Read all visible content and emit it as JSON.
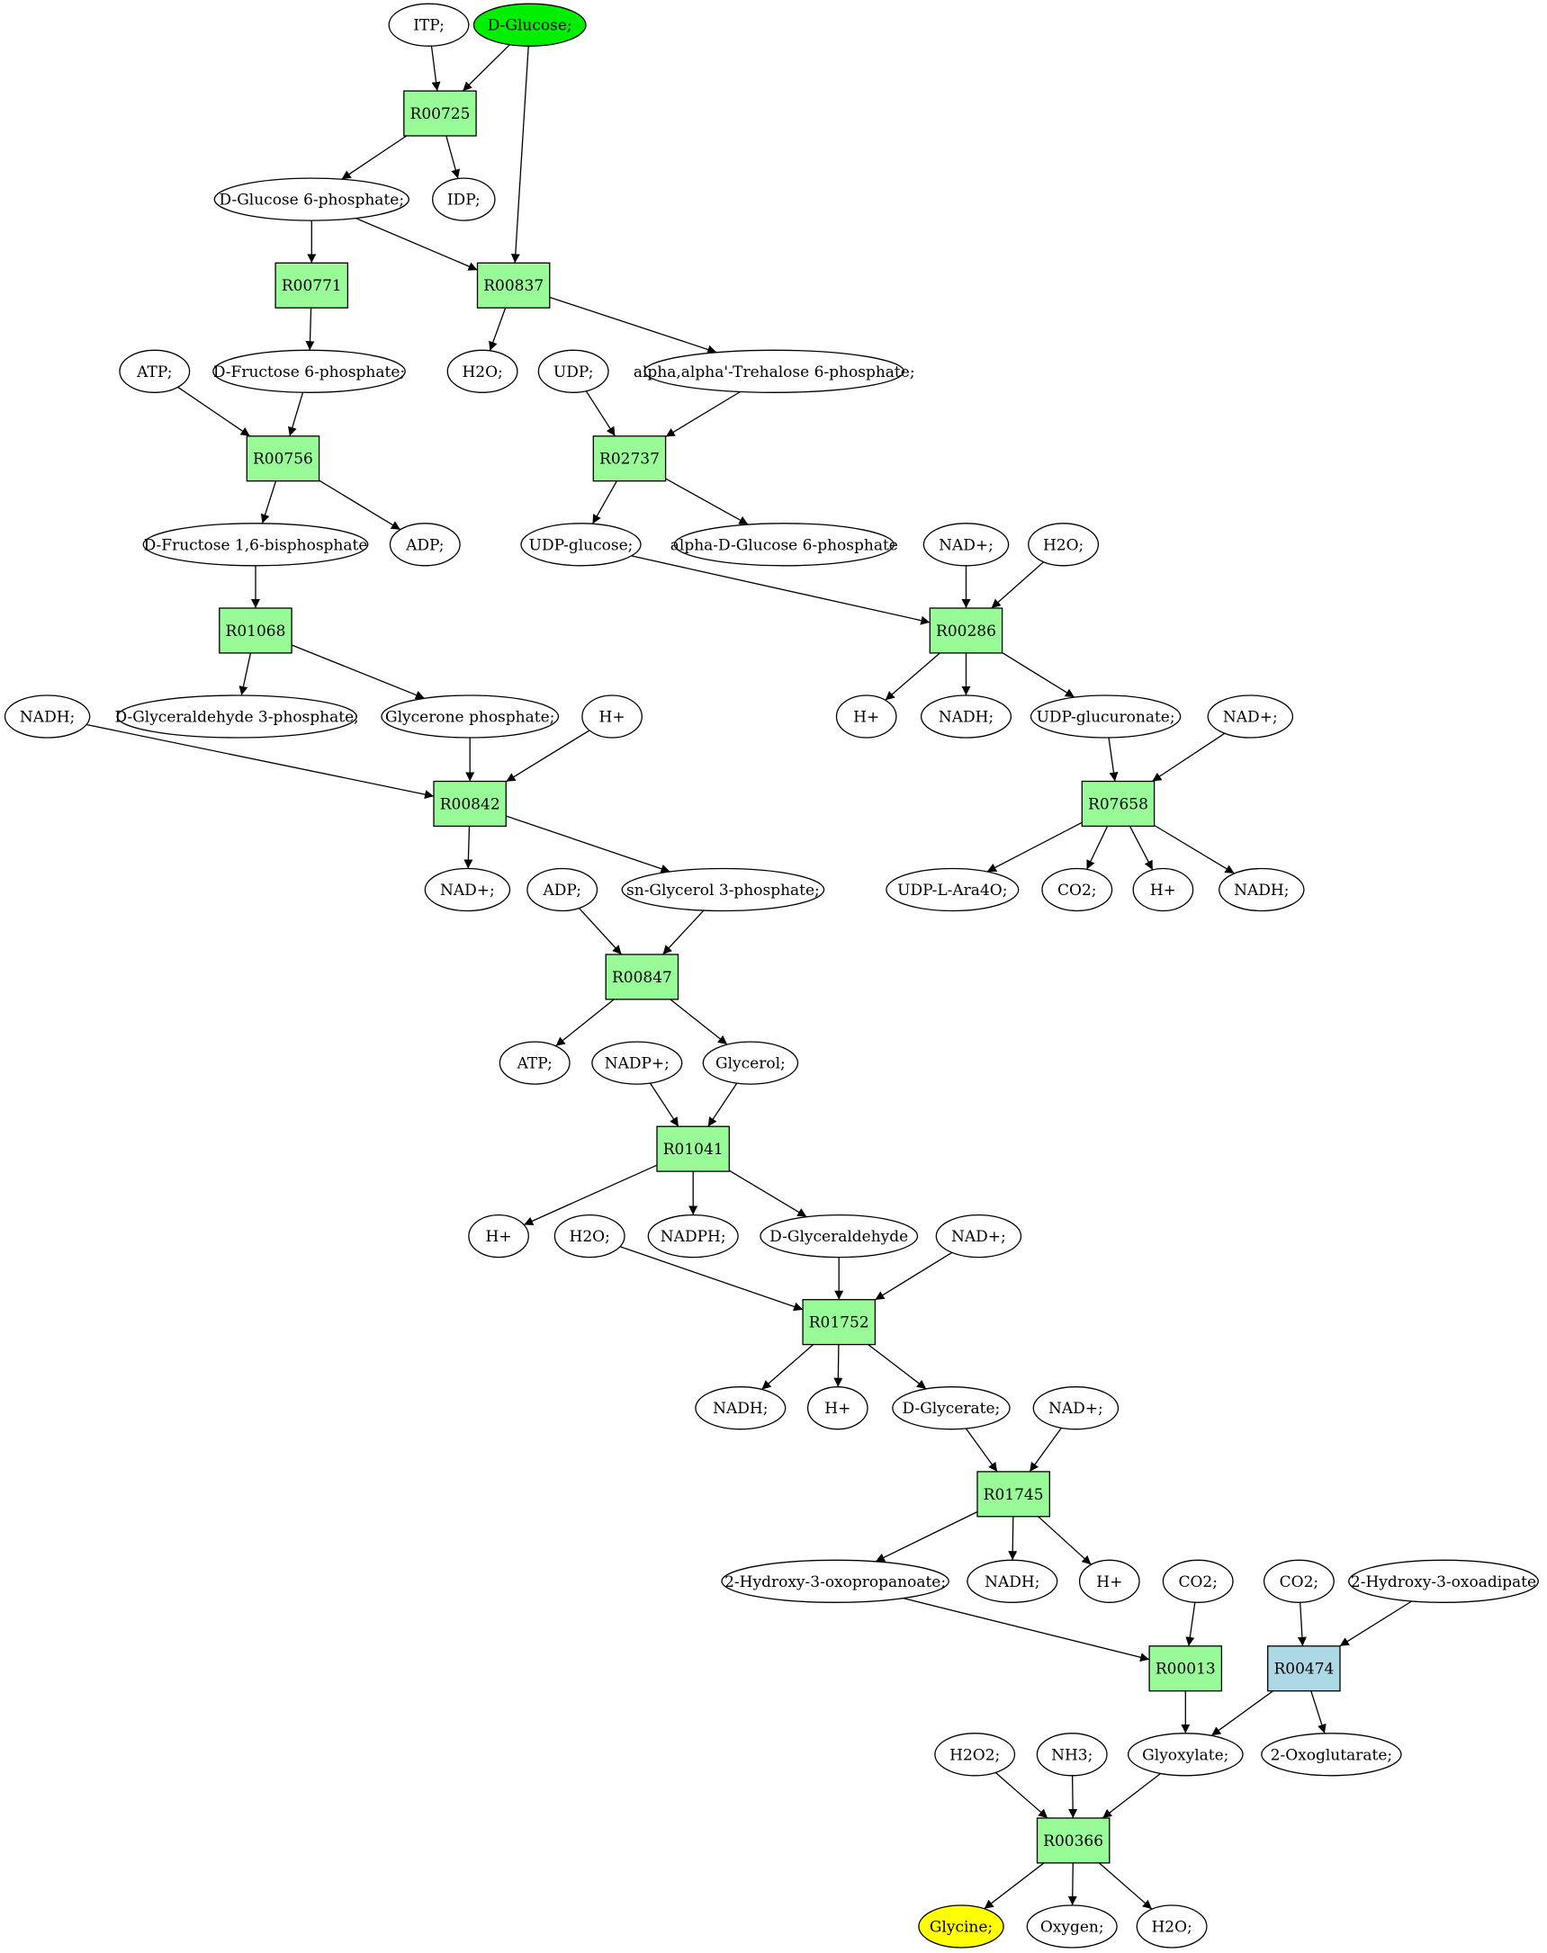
{
  "colors": {
    "reaction": "#98fb98",
    "reaction_alt": "#add8e6",
    "start": "#00ee00",
    "target": "#ffff00"
  },
  "nodes": [
    {
      "id": "itp",
      "label": "ITP;",
      "kind": "compound"
    },
    {
      "id": "dglucose",
      "label": "D-Glucose;",
      "kind": "compound",
      "highlight": "start"
    },
    {
      "id": "R00725",
      "label": "R00725",
      "kind": "reaction"
    },
    {
      "id": "g6p",
      "label": "D-Glucose 6-phosphate;",
      "kind": "compound"
    },
    {
      "id": "idp",
      "label": "IDP;",
      "kind": "compound"
    },
    {
      "id": "R00771",
      "label": "R00771",
      "kind": "reaction"
    },
    {
      "id": "R00837",
      "label": "R00837",
      "kind": "reaction"
    },
    {
      "id": "atp1",
      "label": "ATP;",
      "kind": "compound"
    },
    {
      "id": "f6p",
      "label": "D-Fructose 6-phosphate;",
      "kind": "compound"
    },
    {
      "id": "h2o1",
      "label": "H2O;",
      "kind": "compound"
    },
    {
      "id": "udp",
      "label": "UDP;",
      "kind": "compound"
    },
    {
      "id": "t6p",
      "label": "alpha,alpha'-Trehalose 6-phosphate;",
      "kind": "compound"
    },
    {
      "id": "R00756",
      "label": "R00756",
      "kind": "reaction"
    },
    {
      "id": "R02737",
      "label": "R02737",
      "kind": "reaction"
    },
    {
      "id": "fbp",
      "label": "D-Fructose 1,6-bisphosphate",
      "kind": "compound"
    },
    {
      "id": "adp1",
      "label": "ADP;",
      "kind": "compound"
    },
    {
      "id": "udpglc",
      "label": "UDP-glucose;",
      "kind": "compound"
    },
    {
      "id": "ag6p",
      "label": "alpha-D-Glucose 6-phosphate",
      "kind": "compound"
    },
    {
      "id": "nad1",
      "label": "NAD+;",
      "kind": "compound"
    },
    {
      "id": "h2o2",
      "label": "H2O;",
      "kind": "compound"
    },
    {
      "id": "R01068",
      "label": "R01068",
      "kind": "reaction"
    },
    {
      "id": "R00286",
      "label": "R00286",
      "kind": "reaction"
    },
    {
      "id": "nadh1",
      "label": "NADH;",
      "kind": "compound"
    },
    {
      "id": "gap",
      "label": "D-Glyceraldehyde 3-phosphate;",
      "kind": "compound"
    },
    {
      "id": "dhap",
      "label": "Glycerone phosphate;",
      "kind": "compound"
    },
    {
      "id": "h1",
      "label": "H+",
      "kind": "compound"
    },
    {
      "id": "h2",
      "label": "H+",
      "kind": "compound"
    },
    {
      "id": "nadh2",
      "label": "NADH;",
      "kind": "compound"
    },
    {
      "id": "udpglcua",
      "label": "UDP-glucuronate;",
      "kind": "compound"
    },
    {
      "id": "nad2",
      "label": "NAD+;",
      "kind": "compound"
    },
    {
      "id": "R00842",
      "label": "R00842",
      "kind": "reaction"
    },
    {
      "id": "R07658",
      "label": "R07658",
      "kind": "reaction"
    },
    {
      "id": "nad3",
      "label": "NAD+;",
      "kind": "compound"
    },
    {
      "id": "adp2",
      "label": "ADP;",
      "kind": "compound"
    },
    {
      "id": "g3p",
      "label": "sn-Glycerol 3-phosphate;",
      "kind": "compound"
    },
    {
      "id": "udplara",
      "label": "UDP-L-Ara4O;",
      "kind": "compound"
    },
    {
      "id": "co2a",
      "label": "CO2;",
      "kind": "compound"
    },
    {
      "id": "h3",
      "label": "H+",
      "kind": "compound"
    },
    {
      "id": "nadh3",
      "label": "NADH;",
      "kind": "compound"
    },
    {
      "id": "R00847",
      "label": "R00847",
      "kind": "reaction"
    },
    {
      "id": "atp2",
      "label": "ATP;",
      "kind": "compound"
    },
    {
      "id": "nadp",
      "label": "NADP+;",
      "kind": "compound"
    },
    {
      "id": "glycerol",
      "label": "Glycerol;",
      "kind": "compound"
    },
    {
      "id": "R01041",
      "label": "R01041",
      "kind": "reaction"
    },
    {
      "id": "h4",
      "label": "H+",
      "kind": "compound"
    },
    {
      "id": "h2o3",
      "label": "H2O;",
      "kind": "compound"
    },
    {
      "id": "nadph",
      "label": "NADPH;",
      "kind": "compound"
    },
    {
      "id": "dga",
      "label": "D-Glyceraldehyde",
      "kind": "compound"
    },
    {
      "id": "nad4",
      "label": "NAD+;",
      "kind": "compound"
    },
    {
      "id": "R01752",
      "label": "R01752",
      "kind": "reaction"
    },
    {
      "id": "nadh4",
      "label": "NADH;",
      "kind": "compound"
    },
    {
      "id": "h5",
      "label": "H+",
      "kind": "compound"
    },
    {
      "id": "dglycerate",
      "label": "D-Glycerate;",
      "kind": "compound"
    },
    {
      "id": "nad5",
      "label": "NAD+;",
      "kind": "compound"
    },
    {
      "id": "R01745",
      "label": "R01745",
      "kind": "reaction"
    },
    {
      "id": "hop",
      "label": "2-Hydroxy-3-oxopropanoate;",
      "kind": "compound"
    },
    {
      "id": "nadh5",
      "label": "NADH;",
      "kind": "compound"
    },
    {
      "id": "h6",
      "label": "H+",
      "kind": "compound"
    },
    {
      "id": "co2b",
      "label": "CO2;",
      "kind": "compound"
    },
    {
      "id": "co2c",
      "label": "CO2;",
      "kind": "compound"
    },
    {
      "id": "hoa",
      "label": "2-Hydroxy-3-oxoadipate",
      "kind": "compound"
    },
    {
      "id": "R00013",
      "label": "R00013",
      "kind": "reaction"
    },
    {
      "id": "R00474",
      "label": "R00474",
      "kind": "reaction",
      "highlight": "alt"
    },
    {
      "id": "h2o2b",
      "label": "H2O2;",
      "kind": "compound"
    },
    {
      "id": "nh3",
      "label": "NH3;",
      "kind": "compound"
    },
    {
      "id": "glyoxylate",
      "label": "Glyoxylate;",
      "kind": "compound"
    },
    {
      "id": "oxoglut",
      "label": "2-Oxoglutarate;",
      "kind": "compound"
    },
    {
      "id": "R00366",
      "label": "R00366",
      "kind": "reaction"
    },
    {
      "id": "glycine",
      "label": "Glycine;",
      "kind": "compound",
      "highlight": "target"
    },
    {
      "id": "oxygen",
      "label": "Oxygen;",
      "kind": "compound"
    },
    {
      "id": "h2o4",
      "label": "H2O;",
      "kind": "compound"
    }
  ],
  "edges": [
    [
      "itp",
      "R00725"
    ],
    [
      "dglucose",
      "R00725"
    ],
    [
      "dglucose",
      "R00837"
    ],
    [
      "R00725",
      "g6p"
    ],
    [
      "R00725",
      "idp"
    ],
    [
      "g6p",
      "R00771"
    ],
    [
      "g6p",
      "R00837"
    ],
    [
      "R00771",
      "f6p"
    ],
    [
      "R00837",
      "h2o1"
    ],
    [
      "R00837",
      "t6p"
    ],
    [
      "atp1",
      "R00756"
    ],
    [
      "f6p",
      "R00756"
    ],
    [
      "udp",
      "R02737"
    ],
    [
      "t6p",
      "R02737"
    ],
    [
      "R00756",
      "fbp"
    ],
    [
      "R00756",
      "adp1"
    ],
    [
      "R02737",
      "udpglc"
    ],
    [
      "R02737",
      "ag6p"
    ],
    [
      "fbp",
      "R01068"
    ],
    [
      "udpglc",
      "R00286"
    ],
    [
      "nad1",
      "R00286"
    ],
    [
      "h2o2",
      "R00286"
    ],
    [
      "R01068",
      "gap"
    ],
    [
      "R01068",
      "dhap"
    ],
    [
      "R00286",
      "h2"
    ],
    [
      "R00286",
      "nadh2"
    ],
    [
      "R00286",
      "udpglcua"
    ],
    [
      "nadh1",
      "R00842"
    ],
    [
      "dhap",
      "R00842"
    ],
    [
      "h1",
      "R00842"
    ],
    [
      "udpglcua",
      "R07658"
    ],
    [
      "nad2",
      "R07658"
    ],
    [
      "R00842",
      "nad3"
    ],
    [
      "R00842",
      "g3p"
    ],
    [
      "R07658",
      "udplara"
    ],
    [
      "R07658",
      "co2a"
    ],
    [
      "R07658",
      "h3"
    ],
    [
      "R07658",
      "nadh3"
    ],
    [
      "adp2",
      "R00847"
    ],
    [
      "g3p",
      "R00847"
    ],
    [
      "R00847",
      "atp2"
    ],
    [
      "R00847",
      "glycerol"
    ],
    [
      "nadp",
      "R01041"
    ],
    [
      "glycerol",
      "R01041"
    ],
    [
      "R01041",
      "h4"
    ],
    [
      "R01041",
      "nadph"
    ],
    [
      "R01041",
      "dga"
    ],
    [
      "h2o3",
      "R01752"
    ],
    [
      "dga",
      "R01752"
    ],
    [
      "nad4",
      "R01752"
    ],
    [
      "R01752",
      "nadh4"
    ],
    [
      "R01752",
      "h5"
    ],
    [
      "R01752",
      "dglycerate"
    ],
    [
      "dglycerate",
      "R01745"
    ],
    [
      "nad5",
      "R01745"
    ],
    [
      "R01745",
      "hop"
    ],
    [
      "R01745",
      "nadh5"
    ],
    [
      "R01745",
      "h6"
    ],
    [
      "hop",
      "R00013"
    ],
    [
      "co2b",
      "R00013"
    ],
    [
      "co2c",
      "R00474"
    ],
    [
      "hoa",
      "R00474"
    ],
    [
      "R00013",
      "glyoxylate"
    ],
    [
      "R00474",
      "glyoxylate"
    ],
    [
      "R00474",
      "oxoglut"
    ],
    [
      "h2o2b",
      "R00366"
    ],
    [
      "nh3",
      "R00366"
    ],
    [
      "glyoxylate",
      "R00366"
    ],
    [
      "R00366",
      "glycine"
    ],
    [
      "R00366",
      "oxygen"
    ],
    [
      "R00366",
      "h2o4"
    ]
  ]
}
